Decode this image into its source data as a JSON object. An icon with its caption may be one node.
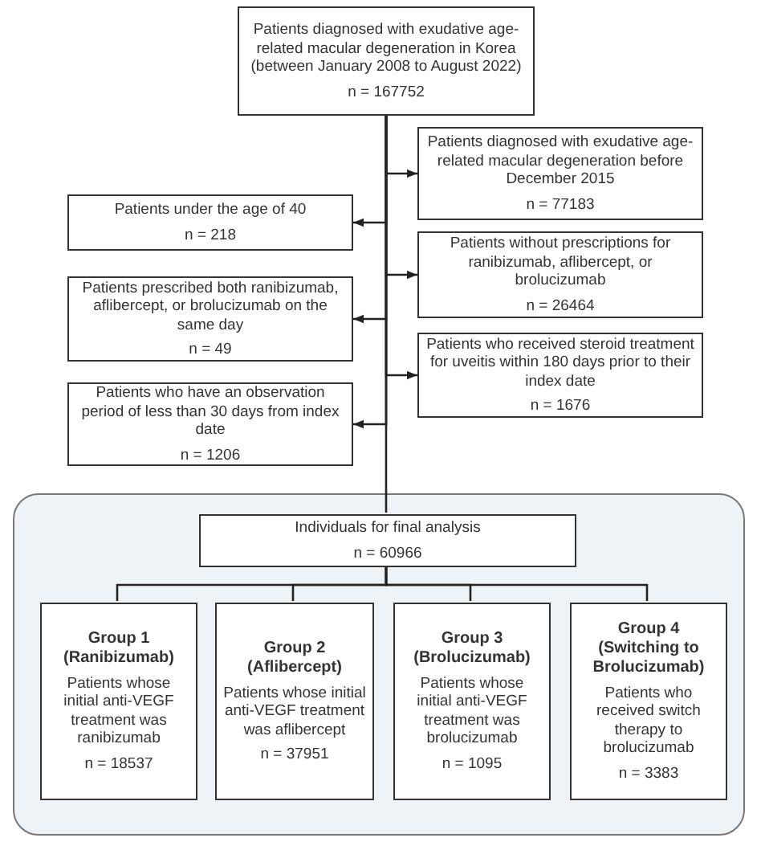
{
  "diagram": {
    "nodes": [
      {
        "text": [
          "Patients diagnosed with exudative age-related macular degeneration in Korea (between January 2008 to August 2022)",
          "n = 167752"
        ]
      },
      {
        "text": [
          "Patients diagnosed with exudative age-related macular degeneration before December 2015",
          "n = 77183"
        ]
      },
      {
        "text": [
          "Patients under the age of 40",
          "n = 218"
        ]
      },
      {
        "text": [
          "Patients without prescriptions for ranibizumab, aflibercept, or brolucizumab",
          "n = 26464"
        ]
      },
      {
        "text": [
          "Patients prescribed both ranibizumab, aflibercept, or brolucizumab on the same day",
          "n = 49"
        ]
      },
      {
        "text": [
          "Patients who received steroid treatment for uveitis within 180 days prior to their index date",
          "n = 1676"
        ]
      },
      {
        "text": [
          "Patients who have an observation period of less than 30 days from index date",
          "n = 1206"
        ]
      },
      {
        "text": [],
        "shape": "box"
      },
      {
        "text": [
          "Individuals for final analysis",
          "n = 60966"
        ],
        "in": 7
      },
      {
        "text": [
          "Group 1 (Ranibizumab)",
          "Patients whose initial anti-VEGF treatment was ranibizumab",
          "n = 18537"
        ],
        "in": 7
      },
      {
        "text": [
          "Group 2 (Aflibercept)",
          "Patients whose initial anti-VEGF treatment was aflibercept",
          "n = 37951"
        ],
        "in": 7
      },
      {
        "text": [
          "Group 3 (Brolucizumab)",
          "Patients whose initial anti-VEGF treatment was brolucizumab",
          "n = 1095"
        ],
        "in": 7
      },
      {
        "text": [
          "Group 4 (Switching to Brolucizumab)",
          "Patients who received switch therapy to brolucizumab",
          "n = 3383"
        ],
        "in": 7
      }
    ],
    "edges": [
      {
        "from": 0,
        "to": 1,
        "arrow": "to"
      },
      {
        "from": 0,
        "to": 2,
        "arrow": "to"
      },
      {
        "from": 0,
        "to": 3,
        "arrow": "to"
      },
      {
        "from": 0,
        "to": 4,
        "arrow": "to"
      },
      {
        "from": 0,
        "to": 5,
        "arrow": "to"
      },
      {
        "from": 0,
        "to": 6,
        "arrow": "to"
      },
      {
        "from": 0,
        "to": 8,
        "arrow": "none"
      },
      {
        "from": 8,
        "to": 9,
        "arrow": "none"
      },
      {
        "from": 8,
        "to": 10,
        "arrow": "none"
      },
      {
        "from": 8,
        "to": 11,
        "arrow": "none"
      },
      {
        "from": 8,
        "to": 12,
        "arrow": "none"
      }
    ]
  }
}
